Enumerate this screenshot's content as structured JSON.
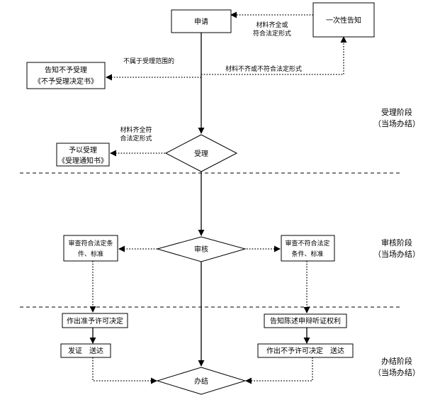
{
  "nodes": {
    "apply": "申请",
    "one_time_notice": "一次性告知",
    "notice_reject_1": "告知不予受理",
    "notice_reject_2": "《不予受理决定书》",
    "accept_notice_1": "予以受理",
    "accept_notice_2": "《受理通知书》",
    "accept": "受理",
    "meets_standard_1": "审查符合法定条",
    "meets_standard_2": "件、标准",
    "review": "审核",
    "fails_standard_1": "审查不符合法定",
    "fails_standard_2": "条件、标准",
    "decide_grant": "作出准予许可决定",
    "notify_hearing": "告知陈述申辩听证权利",
    "issue_cert": "发证　送达",
    "decide_refuse": "作出不予许可决定　送达",
    "complete": "办结"
  },
  "edge_labels": {
    "materials_complete_1": "材料齐全或",
    "materials_complete_2": "符合法定形式",
    "out_of_scope": "不属于受理范围的",
    "materials_incomplete": "材料不齐或不符合法定形式",
    "accept_cond_1": "材料齐全符",
    "accept_cond_2": "合法定形式"
  },
  "stages": {
    "accept_1": "受理阶段",
    "accept_2": "（当场办结）",
    "review_1": "审核阶段",
    "review_2": "（当场办结）",
    "complete_1": "办结阶段",
    "complete_2": "（当场办结）"
  }
}
